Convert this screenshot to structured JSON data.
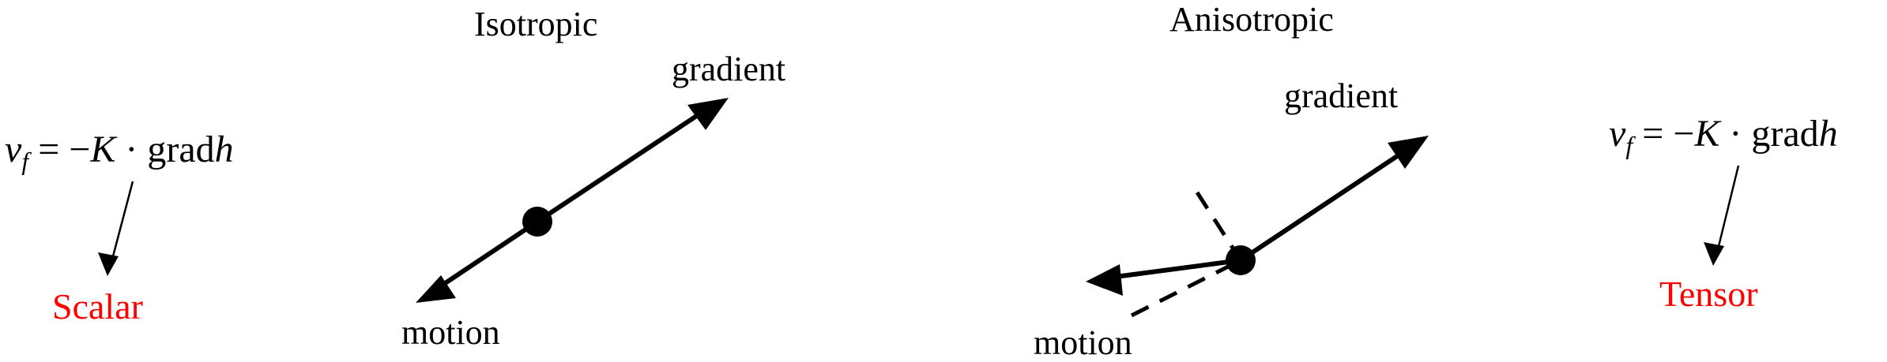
{
  "isotropic": {
    "title": "Isotropic",
    "gradient_label": "gradient",
    "motion_label": "motion"
  },
  "anisotropic": {
    "title": "Anisotropic",
    "gradient_label": "gradient",
    "motion_label": "motion"
  },
  "left_equation": {
    "v": "v",
    "sub": "f",
    "rest": " = −",
    "K": "K",
    "dot": " · grad",
    "h": "h",
    "result_label": "Scalar"
  },
  "right_equation": {
    "v": "v",
    "sub": "f",
    "rest": " = −",
    "K": "K",
    "dot": " · grad",
    "h": "h",
    "result_label": "Tensor"
  },
  "colors": {
    "ink": "#000000",
    "highlight": "#ff0000"
  }
}
